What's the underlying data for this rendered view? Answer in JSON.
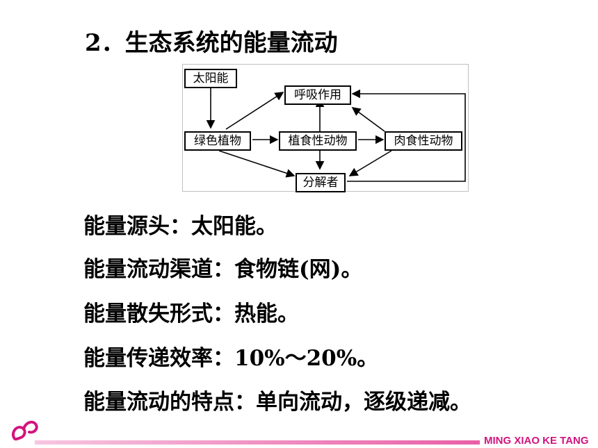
{
  "title": "2．生态系统的能量流动",
  "diagram": {
    "nodes": {
      "sun": "太阳能",
      "respiration": "呼吸作用",
      "green_plants": "绿色植物",
      "herbivores": "植食性动物",
      "carnivores": "肉食性动物",
      "decomposers": "分解者"
    }
  },
  "facts": [
    "能量源头：太阳能。",
    "能量流动渠道：食物链(网)。",
    "能量散失形式：热能。",
    "能量传递效率：10%～20%。",
    "能量流动的特点：单向流动，逐级递减。"
  ],
  "footer": {
    "brand": "MING XIAO KE TANG",
    "logo_icon": "pink-link-icon",
    "accent_color": "#d1147e"
  }
}
